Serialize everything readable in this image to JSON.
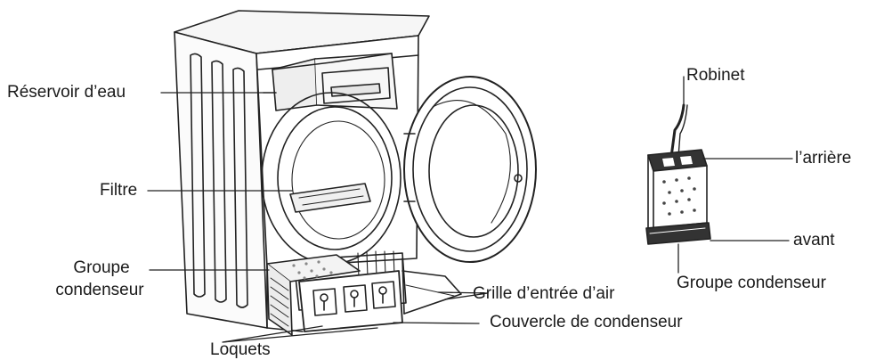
{
  "labels": {
    "reservoir": "Réservoir d’eau",
    "filtre": "Filtre",
    "groupe_left_1": "Groupe",
    "groupe_left_2": "condenseur",
    "loquets": "Loquets",
    "grille": "Grille d’entrée d’air",
    "couvercle": "Couvercle de condenseur",
    "robinet": "Robinet",
    "arriere": "l’arrière",
    "avant": "avant",
    "groupe_right": "Groupe condenseur"
  }
}
